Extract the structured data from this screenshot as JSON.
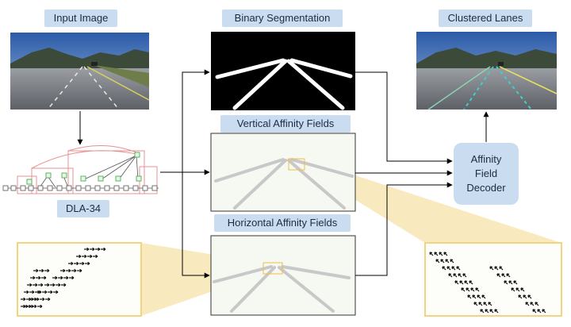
{
  "labels": {
    "input_image": "Input Image",
    "binary_segmentation": "Binary Segmentation",
    "clustered_lanes": "Clustered Lanes",
    "vertical_affinity_fields": "Vertical Affinity Fields",
    "horizontal_affinity_fields": "Horizontal Affinity Fields",
    "backbone": "DLA-34",
    "decoder_line1": "Affinity",
    "decoder_line2": "Field",
    "decoder_line3": "Decoder"
  },
  "colors": {
    "label_bg": "#c9dcf0",
    "zoom_fill": "#f6e3a8",
    "zoom_border": "#f0d480",
    "backbone_red": "#e89090",
    "backbone_green": "#4caf50",
    "lane_teal": "#3fd0c8",
    "lane_yellow": "#e8e060"
  },
  "icons": {
    "horizontal_arrows": "→",
    "vertical_arrows": "↖"
  }
}
